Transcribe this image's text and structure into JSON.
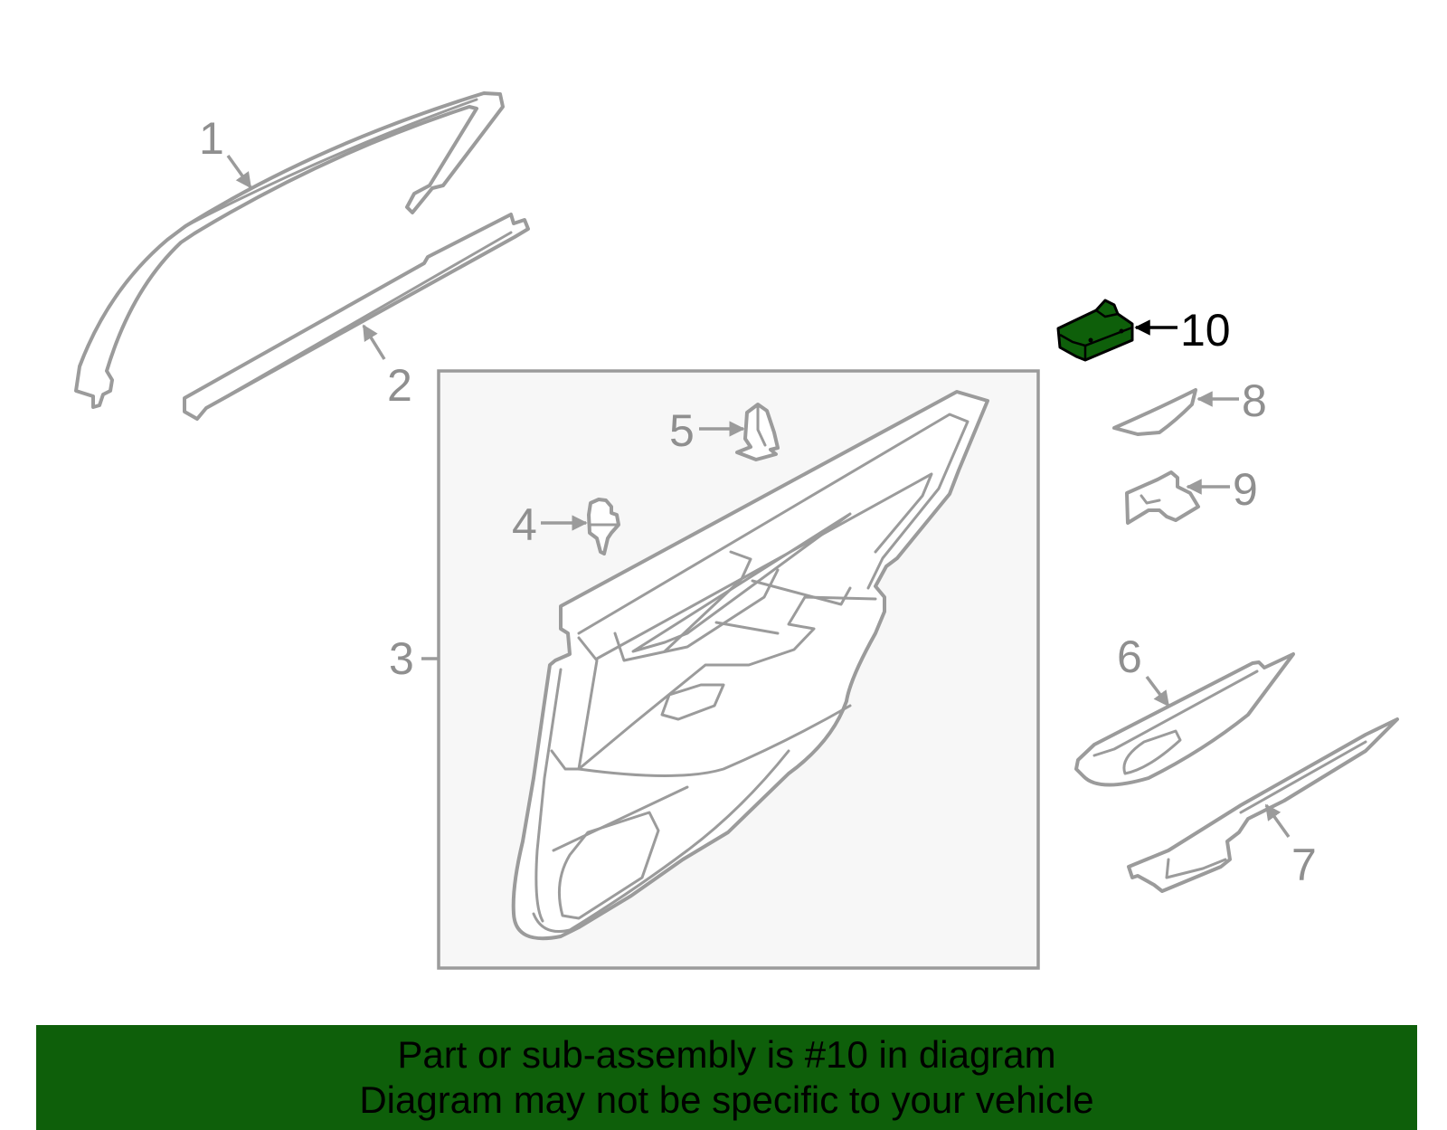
{
  "colors": {
    "highlight": "#0e5f0a",
    "banner_background": "#0e5f0a",
    "line": "#9b9b9b",
    "callout_text": "#8f8f8f",
    "highlight_callout_text": "#000000",
    "inset_background": "#f7f7f7"
  },
  "callouts": [
    {
      "id": "1",
      "label": "1"
    },
    {
      "id": "2",
      "label": "2"
    },
    {
      "id": "3",
      "label": "3"
    },
    {
      "id": "4",
      "label": "4"
    },
    {
      "id": "5",
      "label": "5"
    },
    {
      "id": "6",
      "label": "6"
    },
    {
      "id": "7",
      "label": "7"
    },
    {
      "id": "8",
      "label": "8"
    },
    {
      "id": "9",
      "label": "9"
    },
    {
      "id": "10",
      "label": "10",
      "highlighted": true
    }
  ],
  "banner": {
    "line1": "Part or sub-assembly is #10 in diagram",
    "line2": "Diagram may not be specific to your vehicle"
  }
}
